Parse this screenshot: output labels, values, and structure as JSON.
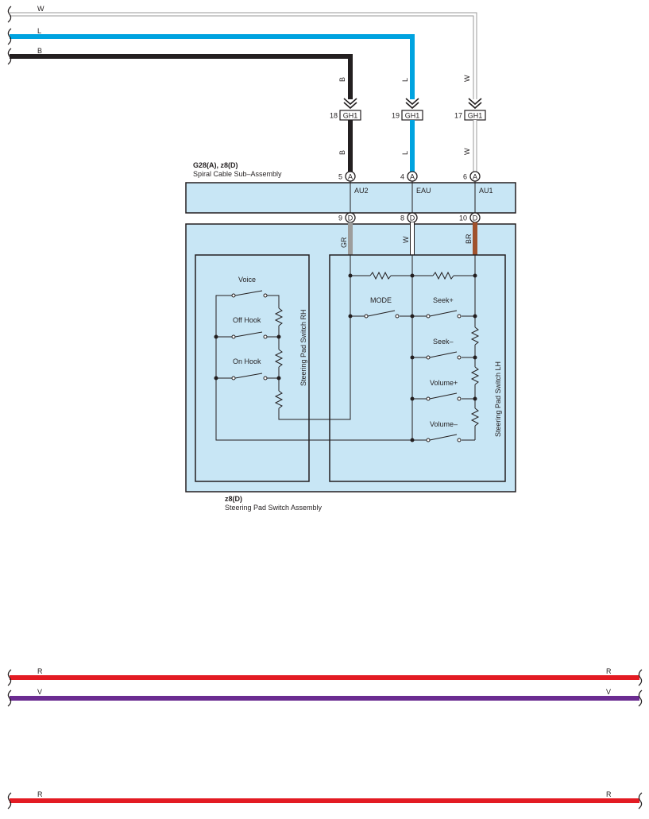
{
  "wires": {
    "top_w": "W",
    "top_l": "L",
    "top_b": "B",
    "vert_b_upper": "B",
    "vert_l_upper": "L",
    "vert_w_upper": "W",
    "vert_b_lower": "B",
    "vert_l_lower": "L",
    "vert_w_lower": "W",
    "sw_gr": "GR",
    "sw_w": "W",
    "sw_br": "BR",
    "bottom_r1_left": "R",
    "bottom_r1_right": "R",
    "bottom_v_left": "V",
    "bottom_v_right": "V",
    "bottom_r2_left": "R",
    "bottom_r2_right": "R"
  },
  "connectors": {
    "gh1_label": "GH1",
    "gh1_pin_b": "18",
    "gh1_pin_l": "19",
    "gh1_pin_w": "17",
    "a_letter": "A",
    "a_pin_au2": "5",
    "a_pin_eau": "4",
    "a_pin_au1": "6",
    "d_letter": "D",
    "d_pin_gr": "9",
    "d_pin_w": "8",
    "d_pin_br": "10"
  },
  "spiral": {
    "code": "G28(A), z8(D)",
    "name": "Spiral Cable Sub–Assembly",
    "term_au2": "AU2",
    "term_eau": "EAU",
    "term_au1": "AU1"
  },
  "assembly": {
    "code": "z8(D)",
    "name": "Steering Pad Switch Assembly"
  },
  "switch_rh": {
    "title": "Steering Pad Switch RH",
    "voice": "Voice",
    "off_hook": "Off Hook",
    "on_hook": "On Hook"
  },
  "switch_lh": {
    "title": "Steering Pad Switch LH",
    "mode": "MODE",
    "seek_up": "Seek+",
    "seek_down": "Seek–",
    "volume_up": "Volume+",
    "volume_down": "Volume–"
  },
  "colors": {
    "wire_black": "#231f20",
    "wire_blue": "#00a3e0",
    "wire_white_outline": "#9a9a9a",
    "wire_gray": "#9d9d9c",
    "wire_brown": "#a0522d",
    "wire_red": "#e31b23",
    "wire_violet": "#6b2c91",
    "box_fill": "#c8e6f5"
  }
}
